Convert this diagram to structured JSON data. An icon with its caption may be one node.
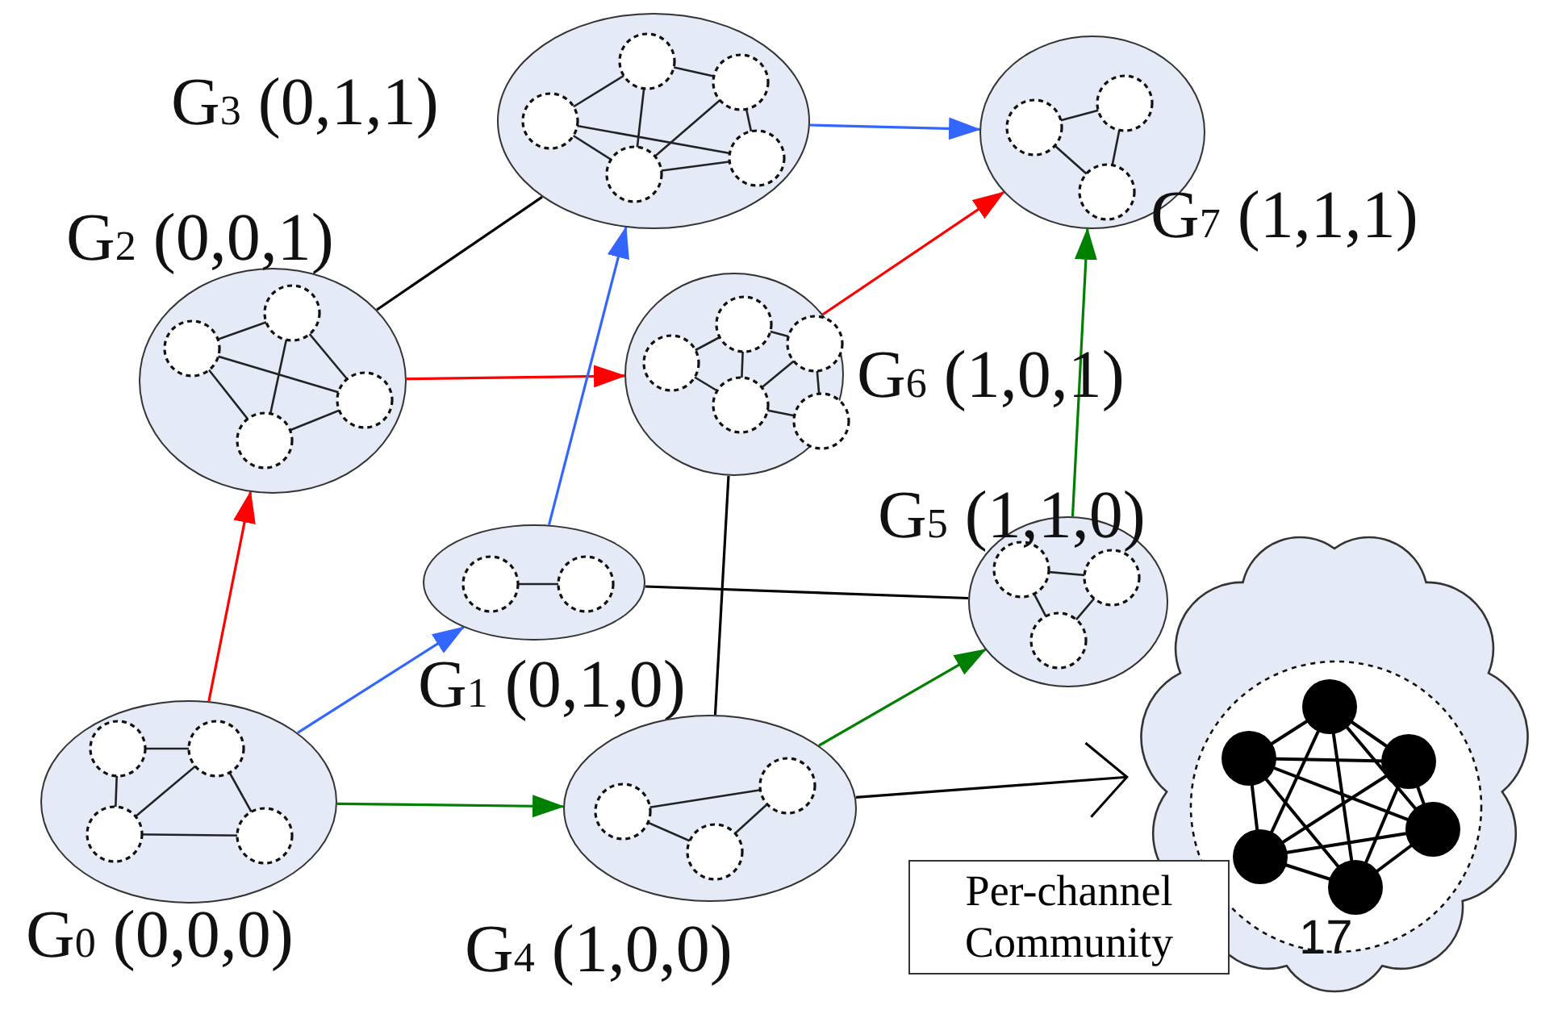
{
  "diagram": {
    "nodes": [
      {
        "text": [
          "G$_{0}$ (0,0,0)"
        ]
      },
      {
        "text": [
          "G$_{1}$ (0,1,0)"
        ]
      },
      {
        "text": [
          "G$_{2}$ (0,0,1)"
        ]
      },
      {
        "text": [
          "G$_{3}$ (0,1,1)"
        ]
      },
      {
        "text": [
          "G$_{4}$ (1,0,0)"
        ]
      },
      {
        "text": [
          "G$_{5}$ (1,1,0)"
        ]
      },
      {
        "text": [
          "G$_{6}$ (1,0,1)"
        ]
      },
      {
        "text": [
          "G$_{7}$ (1,1,1)"
        ]
      },
      {
        "text": [],
        "shape": "cloud"
      },
      {
        "text": [
          "Per-channel Community"
        ]
      }
    ],
    "edges": [
      {
        "from": 0,
        "to": 2,
        "arrow": "to",
        "color": "#ff0000"
      },
      {
        "from": 0,
        "to": 1,
        "arrow": "to",
        "color": "#3366ff"
      },
      {
        "from": 0,
        "to": 4,
        "arrow": "to",
        "color": "#008000"
      },
      {
        "from": 2,
        "to": 6,
        "arrow": "to",
        "color": "#ff0000"
      },
      {
        "from": 2,
        "to": 3,
        "arrow": "none",
        "color": "#000000"
      },
      {
        "from": 1,
        "to": 3,
        "arrow": "to",
        "color": "#3366ff"
      },
      {
        "from": 1,
        "to": 5,
        "arrow": "none",
        "color": "#000000"
      },
      {
        "from": 4,
        "to": 6,
        "arrow": "none",
        "color": "#000000"
      },
      {
        "from": 4,
        "to": 5,
        "arrow": "to",
        "color": "#008000"
      },
      {
        "from": 3,
        "to": 7,
        "arrow": "to",
        "color": "#3366ff"
      },
      {
        "from": 6,
        "to": 7,
        "arrow": "to",
        "color": "#ff0000"
      },
      {
        "from": 5,
        "to": 7,
        "arrow": "to",
        "color": "#008000"
      },
      {
        "from": 4,
        "to": 8,
        "arrow": "to",
        "color": "#000000"
      }
    ],
    "labels": [
      "17"
    ]
  }
}
